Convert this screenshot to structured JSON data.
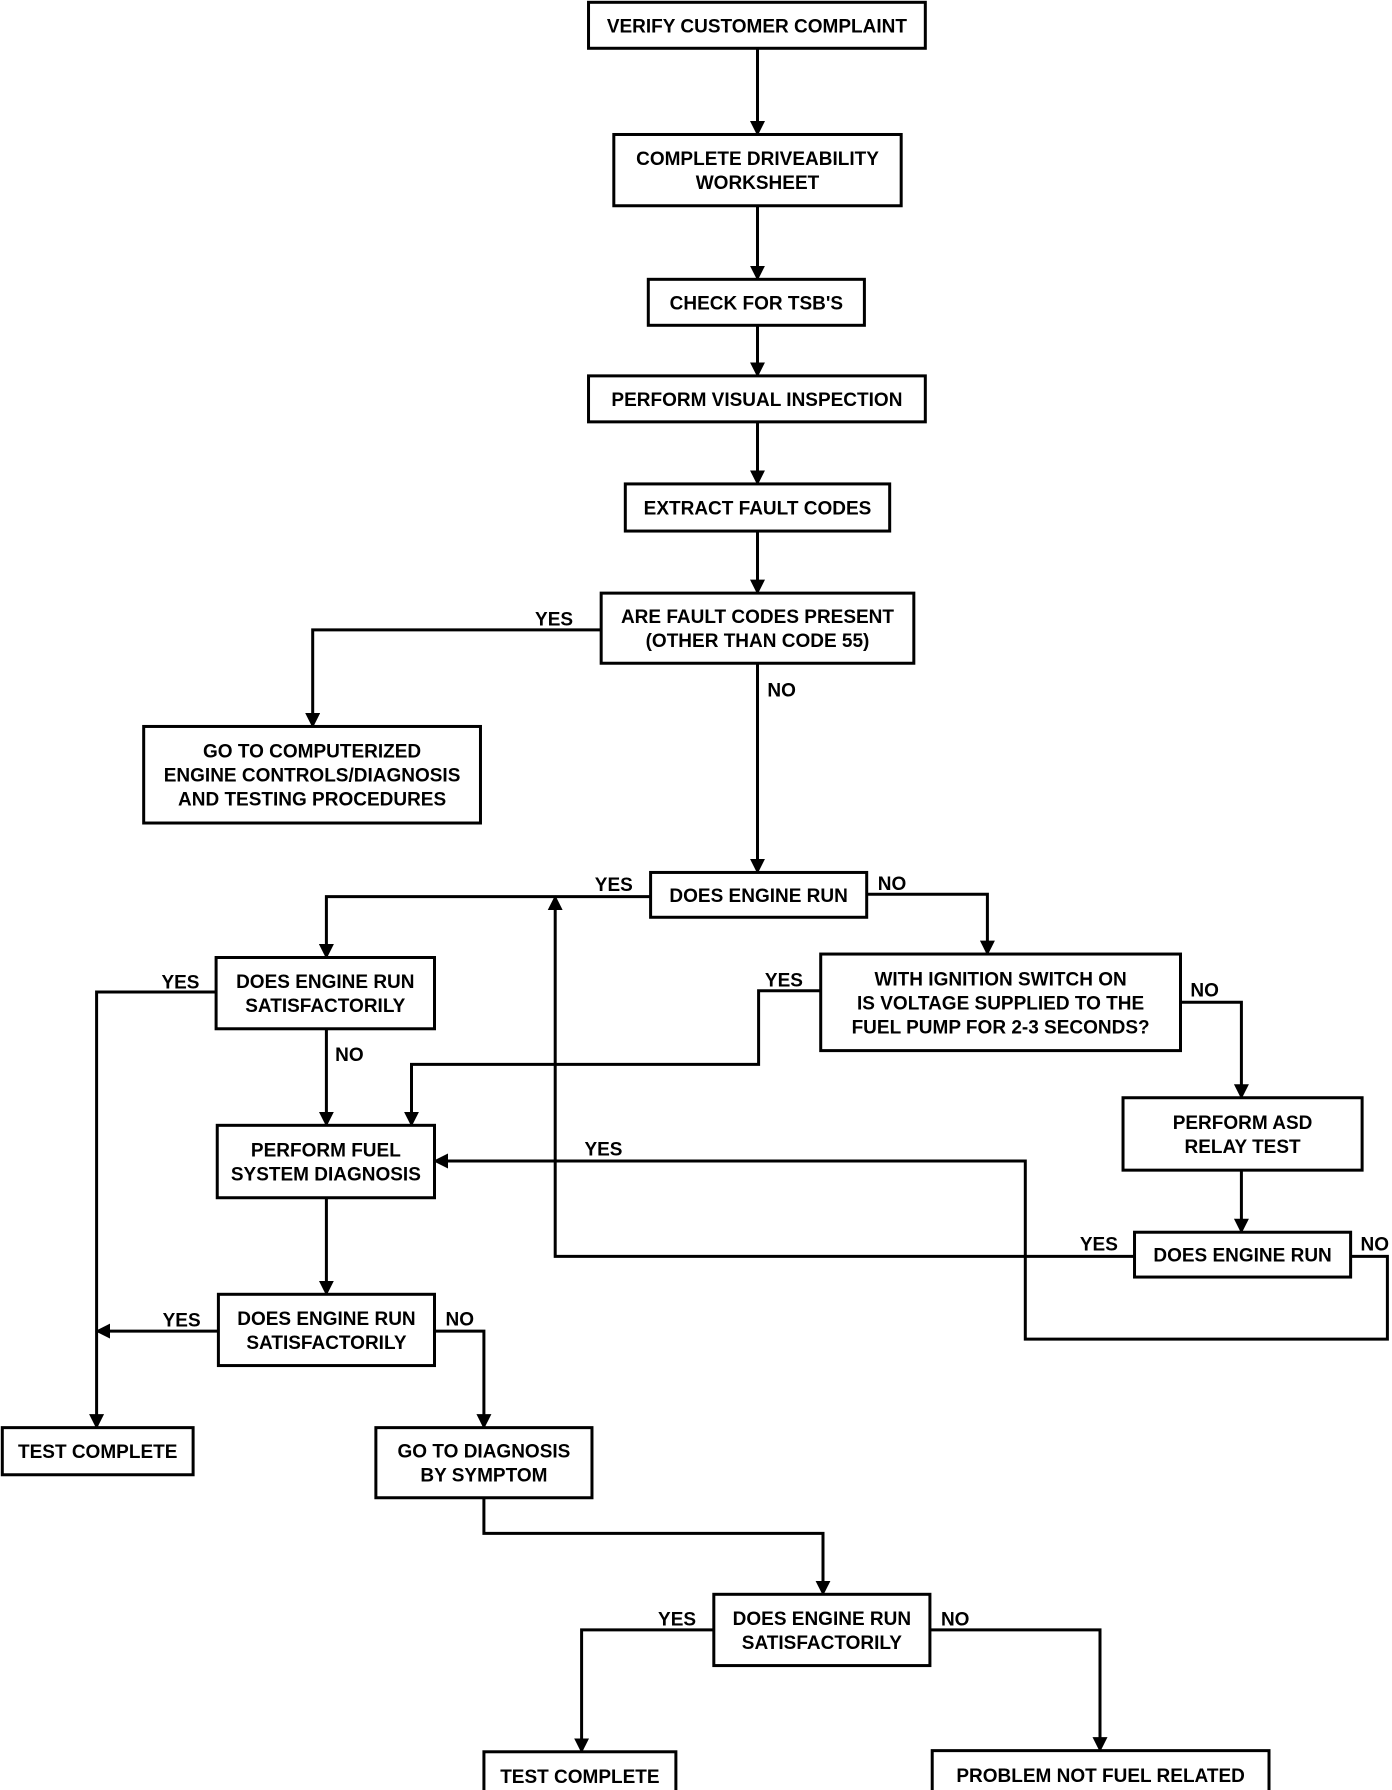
{
  "nodes": [
    {
      "id": "verify",
      "lines": [
        "VERIFY CUSTOMER COMPLAINT"
      ]
    },
    {
      "id": "worksheet",
      "lines": [
        "COMPLETE DRIVEABILITY",
        "WORKSHEET"
      ]
    },
    {
      "id": "tsb",
      "lines": [
        "CHECK FOR TSB'S"
      ]
    },
    {
      "id": "visual",
      "lines": [
        "PERFORM VISUAL INSPECTION"
      ]
    },
    {
      "id": "extract",
      "lines": [
        "EXTRACT FAULT CODES"
      ]
    },
    {
      "id": "codes",
      "lines": [
        "ARE FAULT CODES PRESENT",
        "(OTHER THAN CODE 55)"
      ]
    },
    {
      "id": "computerized",
      "lines": [
        "GO TO COMPUTERIZED",
        "ENGINE CONTROLS/DIAGNOSIS",
        "AND TESTING PROCEDURES"
      ]
    },
    {
      "id": "run1",
      "lines": [
        "DOES ENGINE RUN"
      ]
    },
    {
      "id": "sat1",
      "lines": [
        "DOES ENGINE RUN",
        "SATISFACTORILY"
      ]
    },
    {
      "id": "voltage",
      "lines": [
        "WITH IGNITION SWITCH ON",
        "IS VOLTAGE SUPPLIED TO THE",
        "FUEL PUMP FOR 2-3 SECONDS?"
      ]
    },
    {
      "id": "fuel",
      "lines": [
        "PERFORM FUEL",
        "SYSTEM DIAGNOSIS"
      ]
    },
    {
      "id": "asd",
      "lines": [
        "PERFORM ASD",
        "RELAY TEST"
      ]
    },
    {
      "id": "run2",
      "lines": [
        "DOES ENGINE RUN"
      ]
    },
    {
      "id": "sat2",
      "lines": [
        "DOES ENGINE RUN",
        "SATISFACTORILY"
      ]
    },
    {
      "id": "complete1",
      "lines": [
        "TEST COMPLETE"
      ]
    },
    {
      "id": "symptom",
      "lines": [
        "GO TO DIAGNOSIS",
        "BY SYMPTOM"
      ]
    },
    {
      "id": "sat3",
      "lines": [
        "DOES ENGINE RUN",
        "SATISFACTORILY"
      ]
    },
    {
      "id": "complete2",
      "lines": [
        "TEST COMPLETE"
      ]
    },
    {
      "id": "notfuel",
      "lines": [
        "PROBLEM NOT FUEL RELATED"
      ]
    }
  ],
  "edges": [
    {
      "id": "e-verify-worksheet",
      "from": "verify",
      "to": "worksheet",
      "label": ""
    },
    {
      "id": "e-worksheet-tsb",
      "from": "worksheet",
      "to": "tsb",
      "label": ""
    },
    {
      "id": "e-tsb-visual",
      "from": "tsb",
      "to": "visual",
      "label": ""
    },
    {
      "id": "e-visual-extract",
      "from": "visual",
      "to": "extract",
      "label": ""
    },
    {
      "id": "e-extract-codes",
      "from": "extract",
      "to": "codes",
      "label": ""
    },
    {
      "id": "e-codes-computerized",
      "from": "codes",
      "to": "computerized",
      "label": "YES"
    },
    {
      "id": "e-codes-run1",
      "from": "codes",
      "to": "run1",
      "label": "NO"
    },
    {
      "id": "e-run1-sat1",
      "from": "run1",
      "to": "sat1",
      "label": "YES"
    },
    {
      "id": "e-run1-voltage",
      "from": "run1",
      "to": "voltage",
      "label": "NO"
    },
    {
      "id": "e-sat1-complete1",
      "from": "sat1",
      "to": "complete1",
      "label": "YES"
    },
    {
      "id": "e-sat1-fuel",
      "from": "sat1",
      "to": "fuel",
      "label": "NO"
    },
    {
      "id": "e-voltage-fuel",
      "from": "voltage",
      "to": "fuel",
      "label": "YES"
    },
    {
      "id": "e-voltage-asd",
      "from": "voltage",
      "to": "asd",
      "label": "NO"
    },
    {
      "id": "e-asd-run2",
      "from": "asd",
      "to": "run2",
      "label": ""
    },
    {
      "id": "e-run2-run1",
      "from": "run2",
      "to": "run1",
      "label": "YES"
    },
    {
      "id": "e-run2-fuel",
      "from": "run2",
      "to": "fuel",
      "label": "NO"
    },
    {
      "id": "e-fuel-sat2",
      "from": "fuel",
      "to": "sat2",
      "label": ""
    },
    {
      "id": "e-sat2-complete1",
      "from": "sat2",
      "to": "complete1",
      "label": "YES"
    },
    {
      "id": "e-sat2-symptom",
      "from": "sat2",
      "to": "symptom",
      "label": "NO"
    },
    {
      "id": "e-symptom-sat3",
      "from": "symptom",
      "to": "sat3",
      "label": ""
    },
    {
      "id": "e-sat3-complete2",
      "from": "sat3",
      "to": "complete2",
      "label": "YES"
    },
    {
      "id": "e-sat3-notfuel",
      "from": "sat3",
      "to": "notfuel",
      "label": "NO"
    }
  ],
  "extra_labels": [
    {
      "id": "lbl-fuel-yes",
      "text": "YES"
    }
  ]
}
